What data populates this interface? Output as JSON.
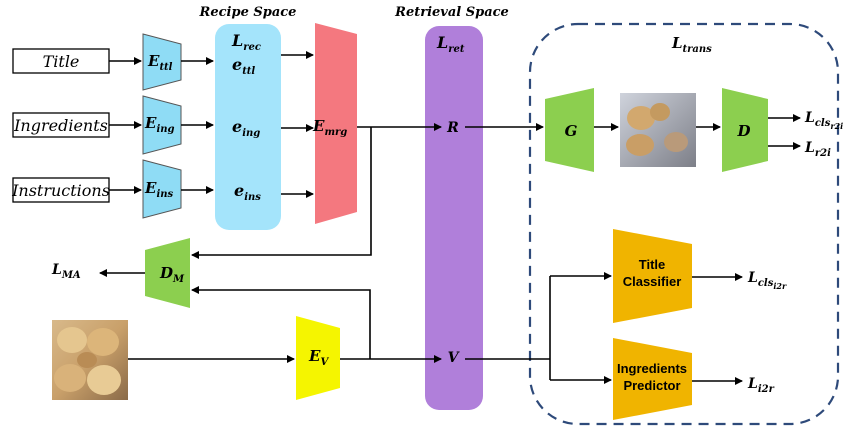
{
  "inputs": {
    "title": "Title",
    "ingredients": "Ingredients",
    "instructions": "Instructions"
  },
  "spaces": {
    "recipe": "Recipe Space",
    "retrieval": "Retrieval Space"
  },
  "encoders": {
    "ttl": {
      "main": "E",
      "sub": "ttl"
    },
    "ing": {
      "main": "E",
      "sub": "ing"
    },
    "ins": {
      "main": "E",
      "sub": "ins"
    },
    "mrg": {
      "main": "E",
      "sub": "mrg"
    },
    "v": {
      "main": "E",
      "sub": "V"
    }
  },
  "embeddings": {
    "ttl": {
      "main": "e",
      "sub": "ttl"
    },
    "ing": {
      "main": "e",
      "sub": "ing"
    },
    "ins": {
      "main": "e",
      "sub": "ins"
    }
  },
  "losses": {
    "rec": {
      "main": "L",
      "sub": "rec"
    },
    "ret": {
      "main": "L",
      "sub": "ret"
    },
    "trans": {
      "main": "L",
      "sub": "trans"
    },
    "ma": {
      "main": "L",
      "sub": "MA"
    },
    "cls_r2i": {
      "main": "L",
      "sub": "cls",
      "subsub": "r2i"
    },
    "r2i": {
      "main": "L",
      "sub": "r2i"
    },
    "cls_i2r": {
      "main": "L",
      "sub": "cls",
      "subsub": "i2r"
    },
    "i2r": {
      "main": "L",
      "sub": "i2r"
    }
  },
  "nodes": {
    "R": "R",
    "V": "V",
    "G": "G",
    "D": "D",
    "DM": {
      "main": "D",
      "sub": "M"
    }
  },
  "classifiers": {
    "title": [
      "Title",
      "Classifier"
    ],
    "ingredients": [
      "Ingredients",
      "Predictor"
    ]
  },
  "colors": {
    "encoder_blue": "#8fdcf5",
    "recipe_space": "#a4e4fb",
    "merge_red": "#f4787f",
    "retrieval_purple": "#b07fda",
    "green": "#8ccf4f",
    "yellow": "#f5f500",
    "orange": "#f0b400",
    "dashed_border": "#2e4a7a"
  }
}
